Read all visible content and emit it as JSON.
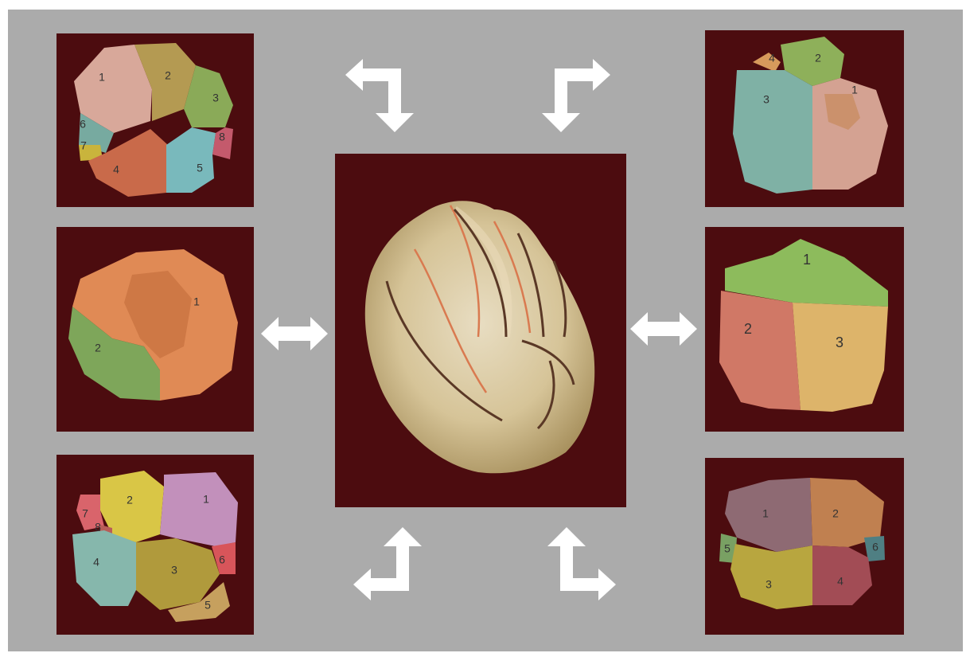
{
  "colors": {
    "background": "#ababab",
    "panel": "#4c0c0f",
    "arrow": "#ffffff"
  },
  "panels": {
    "top_left": {
      "labels": [
        "1",
        "2",
        "3",
        "4",
        "5",
        "6",
        "7",
        "8"
      ]
    },
    "mid_left": {
      "labels": [
        "1",
        "2"
      ]
    },
    "bottom_left": {
      "labels": [
        "1",
        "2",
        "3",
        "4",
        "5",
        "6",
        "7",
        "8"
      ]
    },
    "top_right": {
      "labels": [
        "1",
        "2",
        "3",
        "4"
      ]
    },
    "mid_right": {
      "labels": [
        "1",
        "2",
        "3"
      ]
    },
    "bottom_right": {
      "labels": [
        "1",
        "2",
        "3",
        "4",
        "5",
        "6"
      ]
    }
  },
  "arrows": [
    {
      "name": "elbow-arrow-top-left",
      "icon": "elbow-arrow-icon"
    },
    {
      "name": "elbow-arrow-top-right",
      "icon": "elbow-arrow-icon"
    },
    {
      "name": "double-arrow-left",
      "icon": "double-headed-arrow-icon"
    },
    {
      "name": "double-arrow-right",
      "icon": "double-headed-arrow-icon"
    },
    {
      "name": "elbow-arrow-bottom-left",
      "icon": "elbow-arrow-icon"
    },
    {
      "name": "elbow-arrow-bottom-right",
      "icon": "elbow-arrow-icon"
    }
  ]
}
